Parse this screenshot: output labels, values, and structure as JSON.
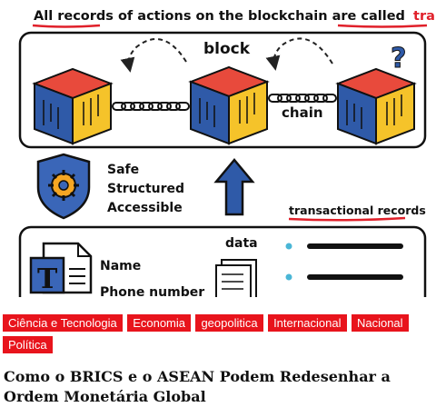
{
  "image": {
    "heading_part1": "All records of actions on the blockchain are called",
    "heading_part2": "transactions",
    "block_label": "block",
    "chain_label": "chain",
    "question_mark": "?",
    "safe": "Safe",
    "structured": "Structured",
    "accessible": "Accessible",
    "records_label": "transactional records",
    "data_label": "data",
    "doc_letter": "T",
    "name_label": "Name",
    "phone_label": "Phone number"
  },
  "tags": [
    {
      "label": "Ciência e Tecnologia"
    },
    {
      "label": "Economia"
    },
    {
      "label": "geopolitica"
    },
    {
      "label": "Internacional"
    },
    {
      "label": "Nacional"
    },
    {
      "label": "Política"
    }
  ],
  "article": {
    "title": "Como o BRICS e o ASEAN Podem Redesenhar a Ordem Monetária Global"
  },
  "colors": {
    "tag_bg": "#e8141c",
    "cube_red": "#e84a3c",
    "cube_yellow": "#f5c32a",
    "cube_blue": "#2f5aa8",
    "ink": "#111111"
  }
}
